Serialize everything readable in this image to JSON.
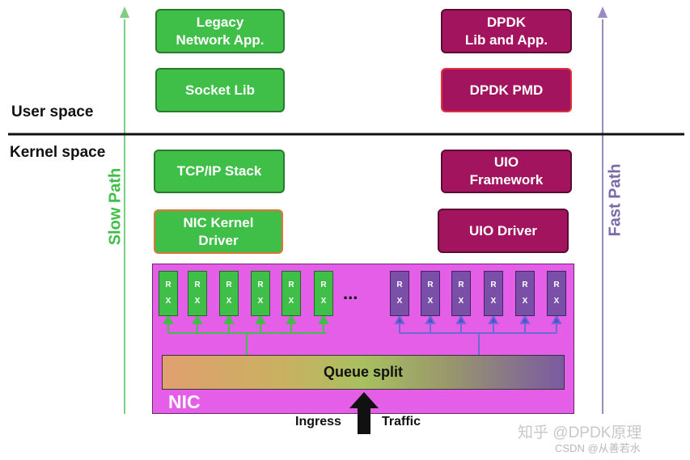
{
  "user_space_label": "User space",
  "kernel_space_label": "Kernel space",
  "slow_path_label": "Slow Path",
  "fast_path_label": "Fast Path",
  "slow_path": {
    "legacy_app": "Legacy\nNetwork App.",
    "socket_lib": "Socket Lib",
    "tcpip_stack": "TCP/IP Stack",
    "nic_kernel_driver": "NIC Kernel\nDriver"
  },
  "fast_path": {
    "dpdk_app": "DPDK\nLib and App.",
    "dpdk_pmd": "DPDK PMD",
    "uio_framework": "UIO\nFramework",
    "uio_driver": "UIO Driver"
  },
  "nic": {
    "label": "NIC",
    "rx_top": "R",
    "rx_bottom": "X",
    "ellipsis": "...",
    "queue_split": "Queue split"
  },
  "ingress_label": "Ingress",
  "traffic_label": "Traffic",
  "watermark_1": "知乎 @DPDK原理",
  "watermark_2": "CSDN @从善若水",
  "colors": {
    "slow_green": "#3fbf48",
    "fast_magenta": "#a3145f",
    "nic_pink": "#e45ee8",
    "rx_purple": "#7a4fa8",
    "slow_arrow": "#7ccf80",
    "fast_arrow": "#9b8ac4"
  }
}
